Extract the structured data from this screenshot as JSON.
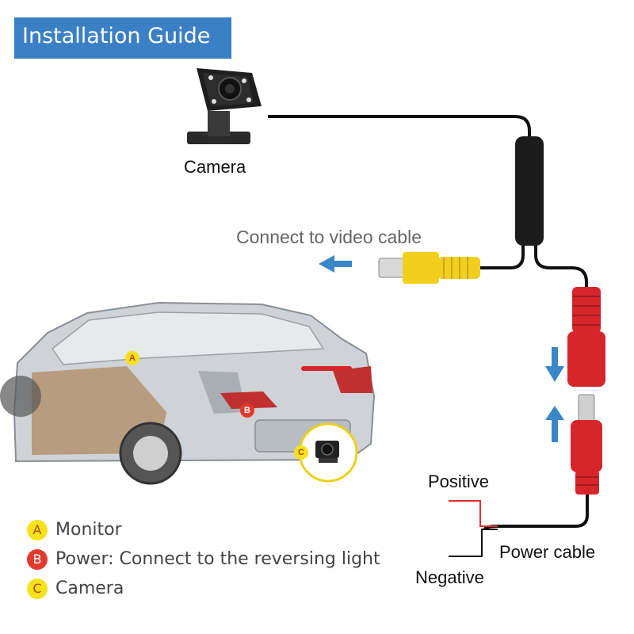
{
  "banner": {
    "title": "Installation Guide",
    "color": "#3b7fc4"
  },
  "labels": {
    "camera": "Camera",
    "video": "Connect  to video cable",
    "positive": "Positive",
    "negative": "Negative",
    "power_cable": "Power cable"
  },
  "car_markers": {
    "a": "A",
    "b": "B",
    "c": "C"
  },
  "legend": [
    {
      "letter": "A",
      "text": "Monitor",
      "badge_color": "#f5e21b",
      "letter_color": "#b34700"
    },
    {
      "letter": "B",
      "text": "Power: Connect to the reversing light",
      "badge_color": "#e23b2e",
      "letter_color": "#ffffff"
    },
    {
      "letter": "C",
      "text": "Camera",
      "badge_color": "#f5e21b",
      "letter_color": "#b34700"
    }
  ],
  "colors": {
    "cable": "#111111",
    "arrow": "#3a86c8",
    "rca_yellow": "#f2cf1f",
    "plug_red": "#d6252b",
    "positive_wire": "#e03030"
  }
}
